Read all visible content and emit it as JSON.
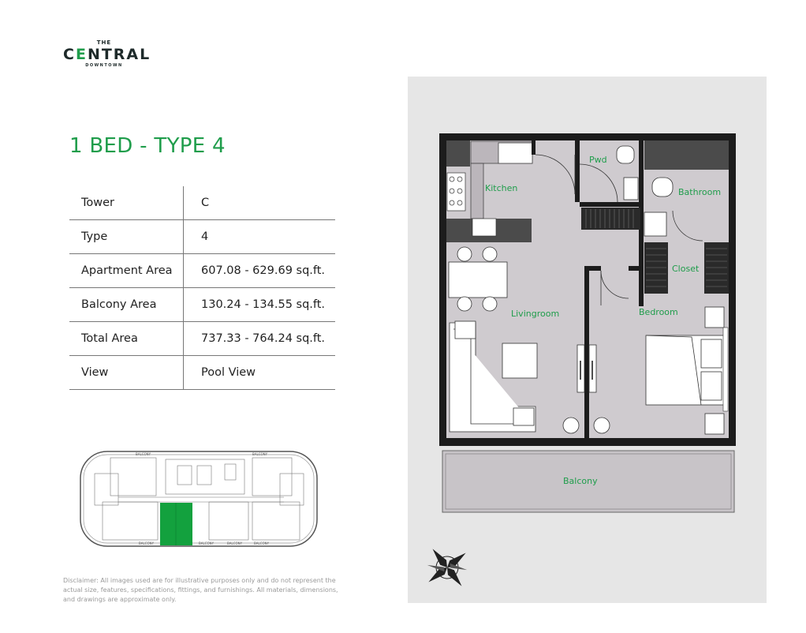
{
  "brand": {
    "line1": "THE",
    "line2a": "C",
    "line2b": "E",
    "line2c": "NTRAL",
    "line3": "DOWNTOWN"
  },
  "title": "1 BED - TYPE 4",
  "specs": [
    {
      "label": "Tower",
      "value": "C"
    },
    {
      "label": "Type",
      "value": "4"
    },
    {
      "label": "Apartment Area",
      "value": "607.08  - 629.69 sq.ft."
    },
    {
      "label": "Balcony Area",
      "value": "130.24 - 134.55 sq.ft."
    },
    {
      "label": "Total Area",
      "value": "737.33 - 764.24 sq.ft."
    },
    {
      "label": "View",
      "value": "Pool View"
    }
  ],
  "rooms": {
    "kitchen": "Kitchen",
    "pwd": "Pwd",
    "bathroom": "Bathroom",
    "closet": "Closet",
    "livingroom": "Livingroom",
    "bedroom": "Bedroom",
    "balcony": "Balcony"
  },
  "keyplan_labels": {
    "balcony": "BALCONY"
  },
  "disclaimer": "Disclaimer: All images used are for illustrative purposes only and do not represent the actual size, features, specifications, fittings, and furnishings. All materials, dimensions, and drawings are approximate only.",
  "colors": {
    "accent": "#1f9d4b",
    "panel": "#e6e6e6",
    "room_fill": "#cfcbcf",
    "wall": "#1c1c1c"
  }
}
